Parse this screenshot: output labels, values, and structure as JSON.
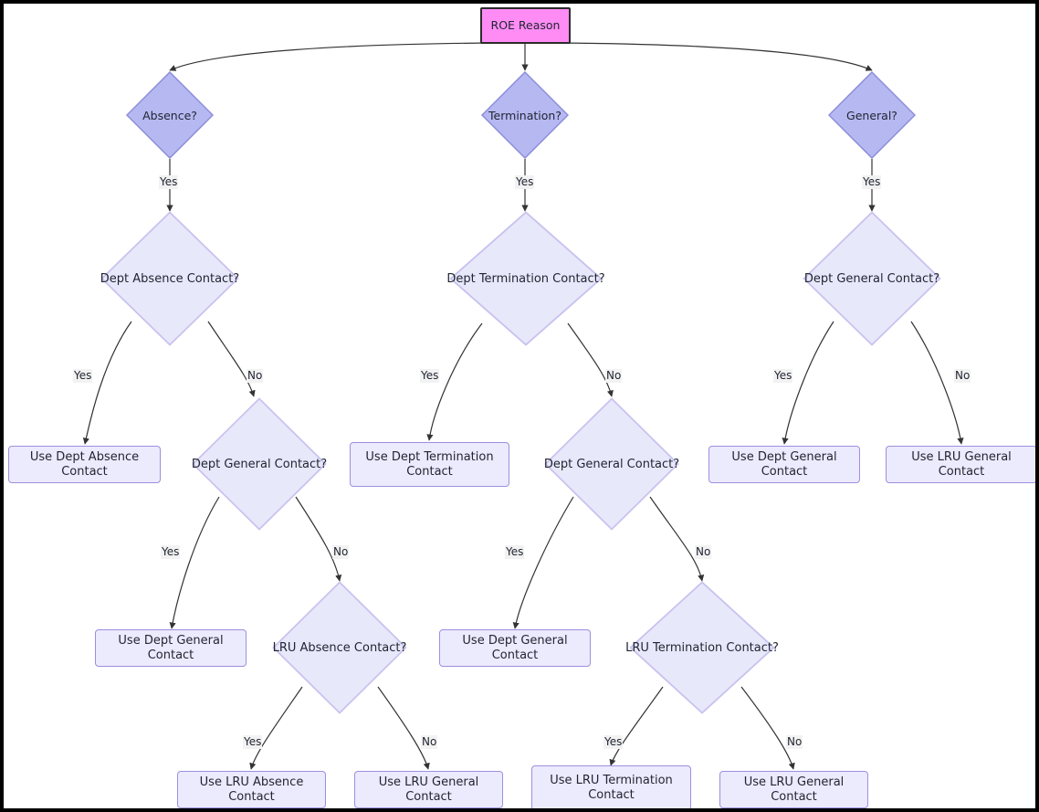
{
  "diagram": {
    "title": "ROE Reason decision flowchart",
    "type": "flowchart",
    "orientation": "top-down",
    "colors": {
      "root_fill": "#ff8cf5",
      "root_stroke": "#2b2b2b",
      "level1_diamond_fill": "#b6b8f2",
      "level1_diamond_stroke": "#8a8cd8",
      "diamond_fill": "#e8e8fb",
      "diamond_stroke": "#c9c2ee",
      "rect_fill": "#eceafd",
      "rect_stroke": "#9d8fe0",
      "edge_stroke": "#333333",
      "canvas_bg": "#ffffff",
      "canvas_border": "#000000"
    },
    "root": {
      "id": "roe-reason",
      "label": "ROE Reason",
      "shape": "rect"
    },
    "nodes": [
      {
        "id": "absence-q",
        "label": "Absence?",
        "shape": "diamond",
        "level": 1
      },
      {
        "id": "termination-q",
        "label": "Termination?",
        "shape": "diamond",
        "level": 1
      },
      {
        "id": "general-q",
        "label": "General?",
        "shape": "diamond",
        "level": 1
      },
      {
        "id": "dept-absence-q",
        "label": "Dept Absence Contact?",
        "shape": "diamond",
        "level": 2
      },
      {
        "id": "dept-termination-q",
        "label": "Dept Termination Contact?",
        "shape": "diamond",
        "level": 2
      },
      {
        "id": "dept-general-q-right",
        "label": "Dept General Contact?",
        "shape": "diamond",
        "level": 2
      },
      {
        "id": "use-dept-absence",
        "label": "Use Dept Absence Contact",
        "shape": "rect",
        "level": 3
      },
      {
        "id": "dept-general-q-left",
        "label": "Dept General Contact?",
        "shape": "diamond",
        "level": 3
      },
      {
        "id": "use-dept-termination",
        "label": "Use Dept Termination Contact",
        "shape": "rect",
        "level": 3
      },
      {
        "id": "dept-general-q-mid",
        "label": "Dept General Contact?",
        "shape": "diamond",
        "level": 3
      },
      {
        "id": "use-dept-general-r1",
        "label": "Use Dept General Contact",
        "shape": "rect",
        "level": 3
      },
      {
        "id": "use-lru-general-r1",
        "label": "Use LRU General Contact",
        "shape": "rect",
        "level": 3
      },
      {
        "id": "use-dept-general-l2",
        "label": "Use Dept General Contact",
        "shape": "rect",
        "level": 4
      },
      {
        "id": "lru-absence-q",
        "label": "LRU Absence Contact?",
        "shape": "diamond",
        "level": 4
      },
      {
        "id": "use-dept-general-m2",
        "label": "Use Dept General Contact",
        "shape": "rect",
        "level": 4
      },
      {
        "id": "lru-termination-q",
        "label": "LRU Termination Contact?",
        "shape": "diamond",
        "level": 4
      },
      {
        "id": "use-lru-absence",
        "label": "Use LRU Absence Contact",
        "shape": "rect",
        "level": 5
      },
      {
        "id": "use-lru-general-l3",
        "label": "Use LRU General Contact",
        "shape": "rect",
        "level": 5
      },
      {
        "id": "use-lru-termination",
        "label": "Use LRU Termination Contact",
        "shape": "rect",
        "level": 5
      },
      {
        "id": "use-lru-general-m3",
        "label": "Use LRU General Contact",
        "shape": "rect",
        "level": 5
      }
    ],
    "edges": [
      {
        "from": "roe-reason",
        "to": "absence-q",
        "label": ""
      },
      {
        "from": "roe-reason",
        "to": "termination-q",
        "label": ""
      },
      {
        "from": "roe-reason",
        "to": "general-q",
        "label": ""
      },
      {
        "from": "absence-q",
        "to": "dept-absence-q",
        "label": "Yes"
      },
      {
        "from": "termination-q",
        "to": "dept-termination-q",
        "label": "Yes"
      },
      {
        "from": "general-q",
        "to": "dept-general-q-right",
        "label": "Yes"
      },
      {
        "from": "dept-absence-q",
        "to": "use-dept-absence",
        "label": "Yes"
      },
      {
        "from": "dept-absence-q",
        "to": "dept-general-q-left",
        "label": "No"
      },
      {
        "from": "dept-termination-q",
        "to": "use-dept-termination",
        "label": "Yes"
      },
      {
        "from": "dept-termination-q",
        "to": "dept-general-q-mid",
        "label": "No"
      },
      {
        "from": "dept-general-q-right",
        "to": "use-dept-general-r1",
        "label": "Yes"
      },
      {
        "from": "dept-general-q-right",
        "to": "use-lru-general-r1",
        "label": "No"
      },
      {
        "from": "dept-general-q-left",
        "to": "use-dept-general-l2",
        "label": "Yes"
      },
      {
        "from": "dept-general-q-left",
        "to": "lru-absence-q",
        "label": "No"
      },
      {
        "from": "dept-general-q-mid",
        "to": "use-dept-general-m2",
        "label": "Yes"
      },
      {
        "from": "dept-general-q-mid",
        "to": "lru-termination-q",
        "label": "No"
      },
      {
        "from": "lru-absence-q",
        "to": "use-lru-absence",
        "label": "Yes"
      },
      {
        "from": "lru-absence-q",
        "to": "use-lru-general-l3",
        "label": "No"
      },
      {
        "from": "lru-termination-q",
        "to": "use-lru-termination",
        "label": "Yes"
      },
      {
        "from": "lru-termination-q",
        "to": "use-lru-general-m3",
        "label": "No"
      }
    ],
    "edge_labels": {
      "yes": "Yes",
      "no": "No"
    }
  }
}
